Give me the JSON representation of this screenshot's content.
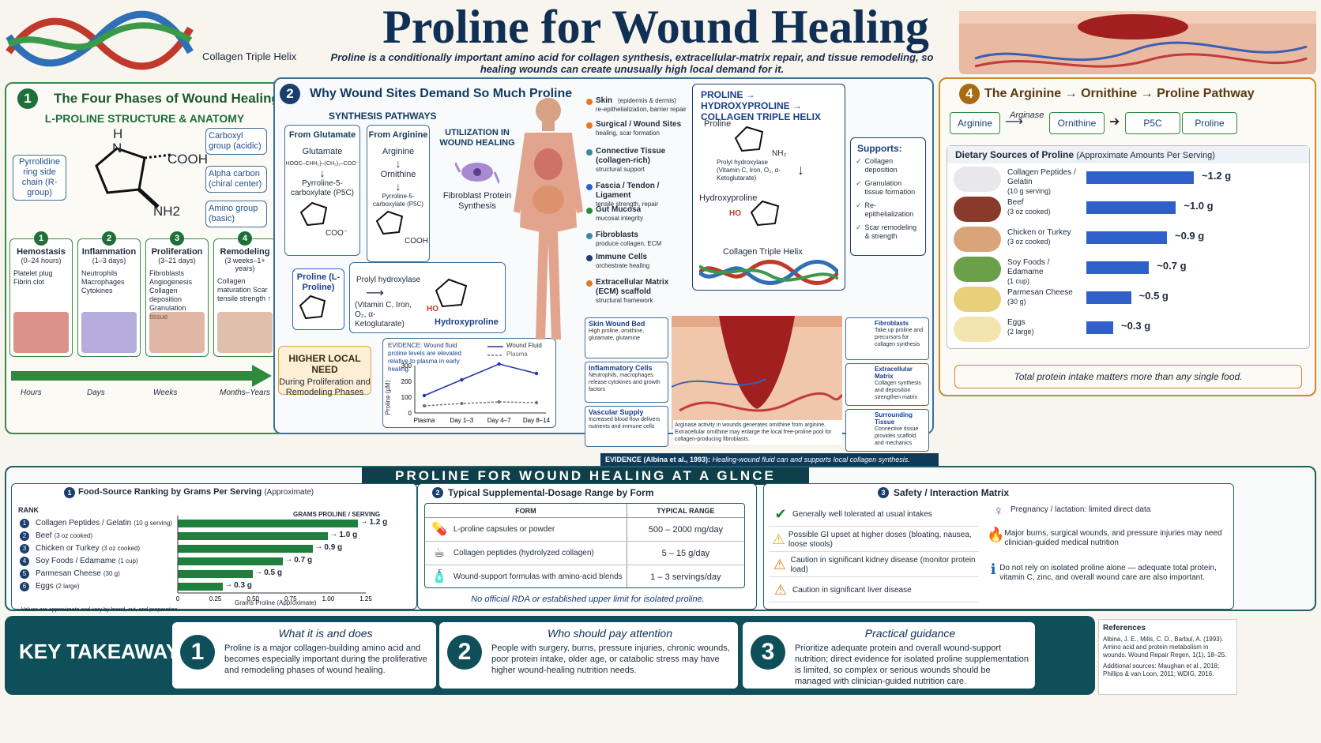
{
  "header": {
    "title": "Proline for Wound Healing",
    "subtitle": "Proline is a conditionally important amino acid for collagen synthesis, extracellular-matrix repair, and tissue remodeling, so healing wounds can create unusually high local demand for it.",
    "helix_label": "Collagen Triple Helix"
  },
  "s1": {
    "num": "1",
    "title": "The Four Phases of Wound Healing",
    "sub": "L-PROLINE STRUCTURE & ANATOMY",
    "h": "H",
    "n": "N",
    "cooh": "COOH",
    "nh2": "NH2",
    "labels": {
      "pyrrolidine": "Pyrrolidine ring side chain (R-group)",
      "carboxyl": "Carboxyl group (acidic)",
      "alpha": "Alpha carbon (chiral center)",
      "amino": "Amino group (basic)"
    },
    "phases": [
      {
        "n": "1",
        "name": "Hemostasis",
        "time": "(0–24 hours)",
        "desc": "Platelet plug Fibrin clot"
      },
      {
        "n": "2",
        "name": "Inflammation",
        "time": "(1–3 days)",
        "desc": "Neutrophils Macrophages Cytokines"
      },
      {
        "n": "3",
        "name": "Proliferation",
        "time": "(3–21 days)",
        "desc": "Fibroblasts Angiogenesis Collagen deposition Granulation tissue"
      },
      {
        "n": "4",
        "name": "Remodeling",
        "time": "(3 weeks–1+ years)",
        "desc": "Collagen maturation Scar tensile strength ↑"
      }
    ],
    "timeline": [
      "Hours",
      "Days",
      "Weeks",
      "Months–Years"
    ]
  },
  "s2": {
    "num": "2",
    "title": "Why Wound Sites Demand So Much Proline",
    "synth": "SYNTHESIS PATHWAYS",
    "from_glu": "From Glutamate",
    "glu": "Glutamate",
    "glu_formula": "HOOC–CHH₂)–(CH₂)₂–COO⁻",
    "p5c1": "Pyrroline-5-carboxylate (P5C)",
    "coo": "COO⁻",
    "from_arg": "From Arginine",
    "arg": "Arginine",
    "orn": "Ornithine",
    "p5c2": "Pyrroline-5-carboxylate (P5C)",
    "cooh": "COOH",
    "proline": "Proline (L-Proline)",
    "enzyme": "Prolyl hydroxylase",
    "cofactors": "(Vitamin C, Iron, O₂, α-Ketoglutarate)",
    "hyp": "Hydroxyproline",
    "ho": "HO",
    "util": "UTILIZATION IN WOUND HEALING",
    "fibro": "Fibroblast Protein Synthesis",
    "higher_title": "HIGHER LOCAL NEED",
    "higher_desc": "During Proliferation and Remodeling Phases",
    "evidence": "EVIDENCE: Wound fluid proline levels are elevated relative to plasma in early healing.",
    "legend": [
      "Wound Fluid",
      "Plasma"
    ],
    "ylabel": "Proline (µM)",
    "yticks": [
      "300",
      "200",
      "100",
      "0"
    ],
    "xticks": [
      "Plasma",
      "Day 1–3",
      "Day 4–7",
      "Day 8–14"
    ],
    "body_labels": [
      {
        "t": "Skin",
        "s": "(epidermis & dermis)",
        "d": "re-epithelialization, barrier repair"
      },
      {
        "t": "Surgical / Wound Sites",
        "s": "",
        "d": "healing, scar formation"
      },
      {
        "t": "Connective Tissue (collagen-rich)",
        "s": "",
        "d": "structural support"
      },
      {
        "t": "Fascia / Tendon / Ligament",
        "s": "",
        "d": "tensile strength, repair"
      },
      {
        "t": "Gut Mucosa",
        "s": "",
        "d": "mucosal integrity"
      },
      {
        "t": "Fibroblasts",
        "s": "",
        "d": "produce collagen, ECM"
      },
      {
        "t": "Immune Cells",
        "s": "",
        "d": "orchestrate healing"
      },
      {
        "t": "Extracellular Matrix (ECM) scaffold",
        "s": "",
        "d": "structural framework"
      }
    ],
    "hyp_title": "PROLINE → HYDROXYPROLINE → COLLAGEN TRIPLE HELIX",
    "hyp_pro": "Proline",
    "hyp_nh2": "NH₂",
    "hyp_enz": "Prolyl hydroxylase (Vitamin C, Iron, O₂, α-Ketoglutarate)",
    "hyp_hyp": "Hydroxyproline",
    "hyp_helix": "Collagen Triple Helix",
    "supports_title": "Supports:",
    "supports": [
      "Collagen deposition",
      "Granulation tissue formation",
      "Re-epithelialization",
      "Scar remodeling & strength"
    ],
    "wound": [
      {
        "t": "Skin Wound Bed",
        "d": "High proline, ornithine, glutamate, glutamine"
      },
      {
        "t": "Inflammatory Cells",
        "d": "Neutrophils, macrophages release cytokines and growth factors"
      },
      {
        "t": "Vascular Supply",
        "d": "Increased blood flow delivers nutrients and immune cells"
      }
    ],
    "wound_right": [
      {
        "t": "Fibroblasts",
        "d": "Take up proline and precursors for collagen synthesis"
      },
      {
        "t": "Extracellular Matrix",
        "d": "Collagen synthesis and deposition strengthen matrix"
      },
      {
        "t": "Surrounding Tissue",
        "d": "Connective tissue provides scaffold and mechanics"
      }
    ],
    "wound_note": "Arginase activity in wounds generates ornithine from arginine. Extracellular ornithine may enlarge the local free-proline pool for collagen-producing fibroblasts.",
    "evidence2_a": "EVIDENCE (Albina et al., 1993):",
    "evidence2_b": "Healing-wound fluid can and supports local collagen synthesis."
  },
  "s4": {
    "num": "4",
    "title": "The Arginine → Ornithine → Proline Pathway",
    "path": [
      "Arginine",
      "Ornithine",
      "P5C",
      "Proline"
    ],
    "enzyme": "Arginase",
    "diet_title": "Dietary Sources of Proline",
    "diet_sub": "(Approximate Amounts Per Serving)",
    "foods": [
      {
        "name": "Collagen Peptides / Gelatin",
        "serv": "(10 g serving)",
        "val": "~1.2 g"
      },
      {
        "name": "Beef",
        "serv": "(3 oz cooked)",
        "val": "~1.0 g"
      },
      {
        "name": "Chicken or Turkey",
        "serv": "(3 oz cooked)",
        "val": "~0.9 g"
      },
      {
        "name": "Soy Foods / Edamame",
        "serv": "(1 cup)",
        "val": "~0.7 g"
      },
      {
        "name": "Parmesan Cheese",
        "serv": "(30 g)",
        "val": "~0.5 g"
      },
      {
        "name": "Eggs",
        "serv": "(2 large)",
        "val": "~0.3 g"
      }
    ],
    "note": "Total protein intake matters more than any single food."
  },
  "glance": {
    "title": "PROLINE FOR WOUND HEALING AT A GLNCE",
    "rank_title": "Food-Source Ranking by Grams Per Serving",
    "rank_sub": "(Approximate)",
    "rank_hdr": "RANK",
    "grams_hdr": "GRAMS PROLINE / SERVING",
    "rank": [
      {
        "n": "1",
        "name": "Collagen Peptides / Gelatin",
        "serv": "(10 g serving)",
        "val": "1.2 g"
      },
      {
        "n": "2",
        "name": "Beef",
        "serv": "(3 oz cooked)",
        "val": "1.0 g"
      },
      {
        "n": "3",
        "name": "Chicken or Turkey",
        "serv": "(3 oz cooked)",
        "val": "0.9 g"
      },
      {
        "n": "4",
        "name": "Soy Foods / Edamame",
        "serv": "(1 cup)",
        "val": "0.7 g"
      },
      {
        "n": "5",
        "name": "Parmesan Cheese",
        "serv": "(30 g)",
        "val": "0.5 g"
      },
      {
        "n": "6",
        "name": "Eggs",
        "serv": "(2 large)",
        "val": "0.3 g"
      }
    ],
    "xticks": [
      "0",
      "0.25",
      "0.50",
      "0.75",
      "1.00",
      "1.25"
    ],
    "xlabel": "Grams Proline (Approximate)",
    "rank_note": "Values are approximate and vary by brand, cut, and preparation.",
    "dose_title": "Typical Supplemental-Dosage Range by Form",
    "form_hdr": "FORM",
    "range_hdr": "TYPICAL RANGE",
    "doses": [
      {
        "form": "L-proline capsules or powder",
        "range": "500 – 2000 mg/day"
      },
      {
        "form": "Collagen peptides (hydrolyzed collagen)",
        "range": "5 – 15 g/day"
      },
      {
        "form": "Wound-support formulas with amino-acid blends",
        "range": "1 – 3 servings/day"
      }
    ],
    "dose_note": "No official RDA or established upper limit for isolated proline.",
    "safety_title": "Safety / Interaction Matrix",
    "safety_left": [
      "Generally well tolerated at usual intakes",
      "Possible GI upset at higher doses (bloating, nausea, loose stools)",
      "Caution in significant kidney disease (monitor protein load)",
      "Caution in significant liver disease"
    ],
    "safety_right": [
      "Pregnancy / lactation: limited direct data",
      "Major burns, surgical wounds, and pressure injuries may need clinician-guided medical nutrition",
      "Do not rely on isolated proline alone — adequate total protein, vitamin C, zinc, and overall wound care are also important."
    ]
  },
  "takeaways": {
    "title": "KEY TAKEAWAYS",
    "items": [
      {
        "n": "1",
        "h": "What it is and does",
        "t": "Proline is a major collagen-building amino acid and becomes especially important during the proliferative and remodeling phases of wound healing."
      },
      {
        "n": "2",
        "h": "Who should pay attention",
        "t": "People with surgery, burns, pressure injuries, chronic wounds, poor protein intake, older age, or catabolic stress may have higher wound-healing nutrition needs."
      },
      {
        "n": "3",
        "h": "Practical guidance",
        "t": "Prioritize adequate protein and overall wound-support nutrition; direct evidence for isolated proline supplementation is limited, so complex or serious wounds should be managed with clinician-guided nutrition care."
      }
    ],
    "ref_title": "References",
    "ref1": "Albina, J. E., Mills, C. D., Barbul, A. (1993). Amino acid and protein metabolism in wounds. Wound Repair Regen, 1(1), 18–25.",
    "ref2": "Additional sources: Maughan et al., 2018; Phillips & van Loon, 2011; WDIG, 2016."
  },
  "chart_data": [
    {
      "type": "line",
      "title": "EVIDENCE: Wound fluid proline levels are elevated relative to plasma in early healing.",
      "ylabel": "Proline (µM)",
      "categories": [
        "Plasma",
        "Day 1–3",
        "Day 4–7",
        "Day 8–14"
      ],
      "ylim": [
        0,
        300
      ],
      "series": [
        {
          "name": "Wound Fluid",
          "values": [
            110,
            210,
            310,
            250
          ]
        },
        {
          "name": "Plasma",
          "values": [
            45,
            60,
            70,
            65
          ]
        }
      ]
    },
    {
      "type": "bar",
      "title": "Dietary Sources of Proline",
      "categories": [
        "Collagen Peptides / Gelatin",
        "Beef",
        "Chicken or Turkey",
        "Soy Foods / Edamame",
        "Parmesan Cheese",
        "Eggs"
      ],
      "values": [
        1.2,
        1.0,
        0.9,
        0.7,
        0.5,
        0.3
      ]
    },
    {
      "type": "bar",
      "title": "Food-Source Ranking by Grams Per Serving",
      "xlabel": "Grams Proline (Approximate)",
      "categories": [
        "Collagen Peptides / Gelatin",
        "Beef",
        "Chicken or Turkey",
        "Soy Foods / Edamame",
        "Parmesan Cheese",
        "Eggs"
      ],
      "values": [
        1.2,
        1.0,
        0.9,
        0.7,
        0.5,
        0.3
      ],
      "xlim": [
        0,
        1.25
      ]
    }
  ],
  "colors": {
    "navy": "#0f2f55",
    "teal": "#1f5f66",
    "green": "#2b7a3a",
    "blue": "#2f5fc9",
    "orange": "#c98a2b"
  }
}
